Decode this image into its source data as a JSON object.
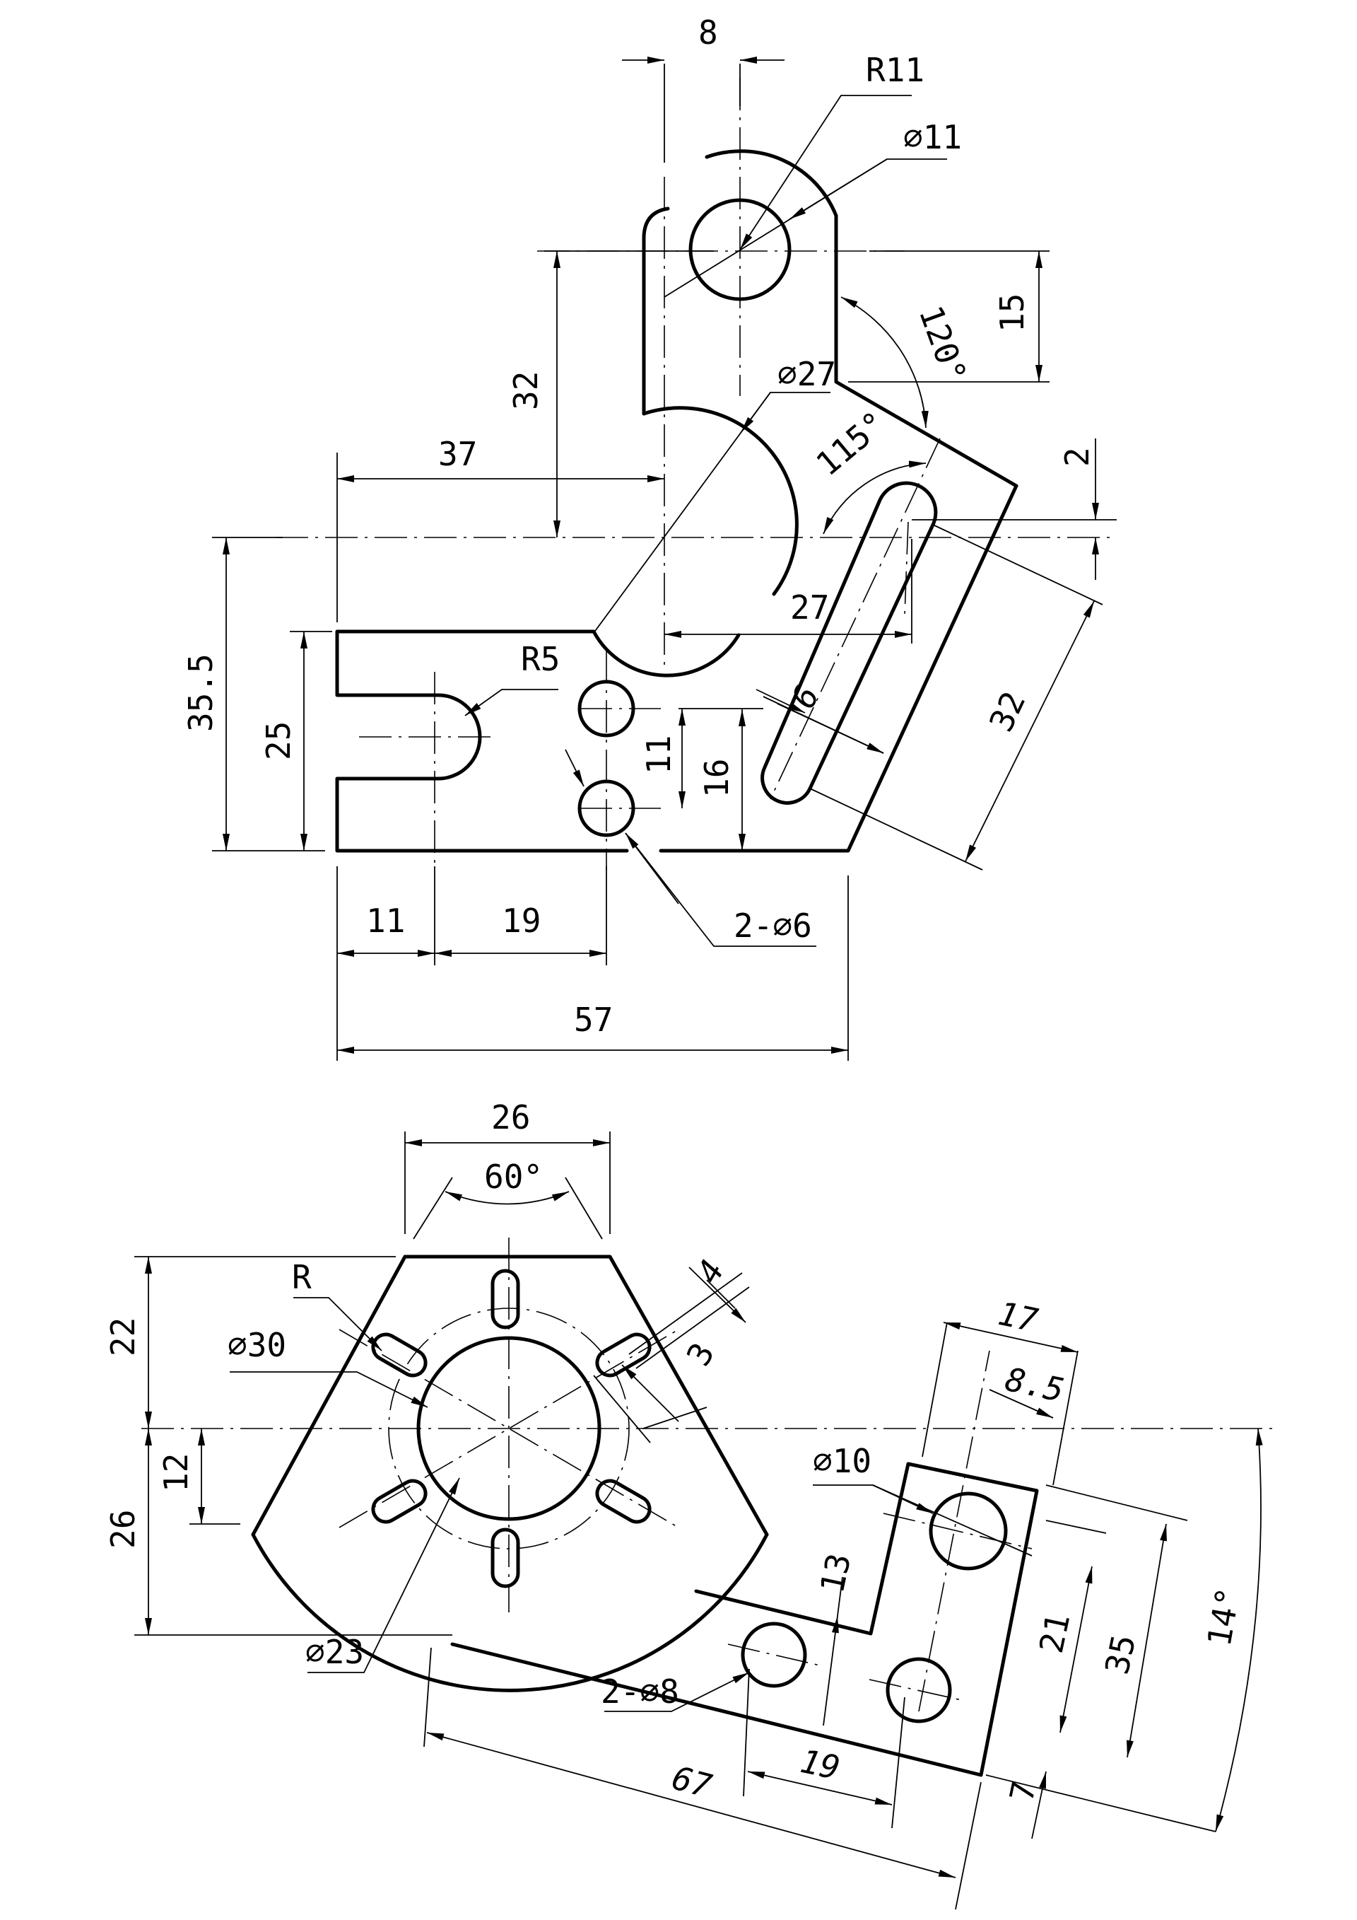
{
  "top_view": {
    "dims": {
      "d8": "8",
      "r11": "R11",
      "dia11": "⌀11",
      "a120": "120°",
      "d15": "15",
      "d32_left": "32",
      "dia27": "⌀27",
      "a115": "115°",
      "d2": "2",
      "d37": "37",
      "d35_5": "35.5",
      "d27": "27",
      "r5": "R5",
      "d25": "25",
      "d6": "6",
      "d32_slot": "32",
      "d11_v": "11",
      "d16": "16",
      "d11_h": "11",
      "d19": "19",
      "holes": "2-⌀6",
      "d57": "57"
    }
  },
  "bottom_view": {
    "dims": {
      "d26_top": "26",
      "a60": "60°",
      "r": "R",
      "d4": "4",
      "d22": "22",
      "dia30": "⌀30",
      "d3": "3",
      "d17": "17",
      "d8_5": "8.5",
      "dia10": "⌀10",
      "d12": "12",
      "d26_left": "26",
      "d13": "13",
      "d21": "21",
      "d35": "35",
      "a14": "14°",
      "dia23": "⌀23",
      "holes": "2-⌀8",
      "d7": "7",
      "d19": "19",
      "d67": "67"
    }
  }
}
